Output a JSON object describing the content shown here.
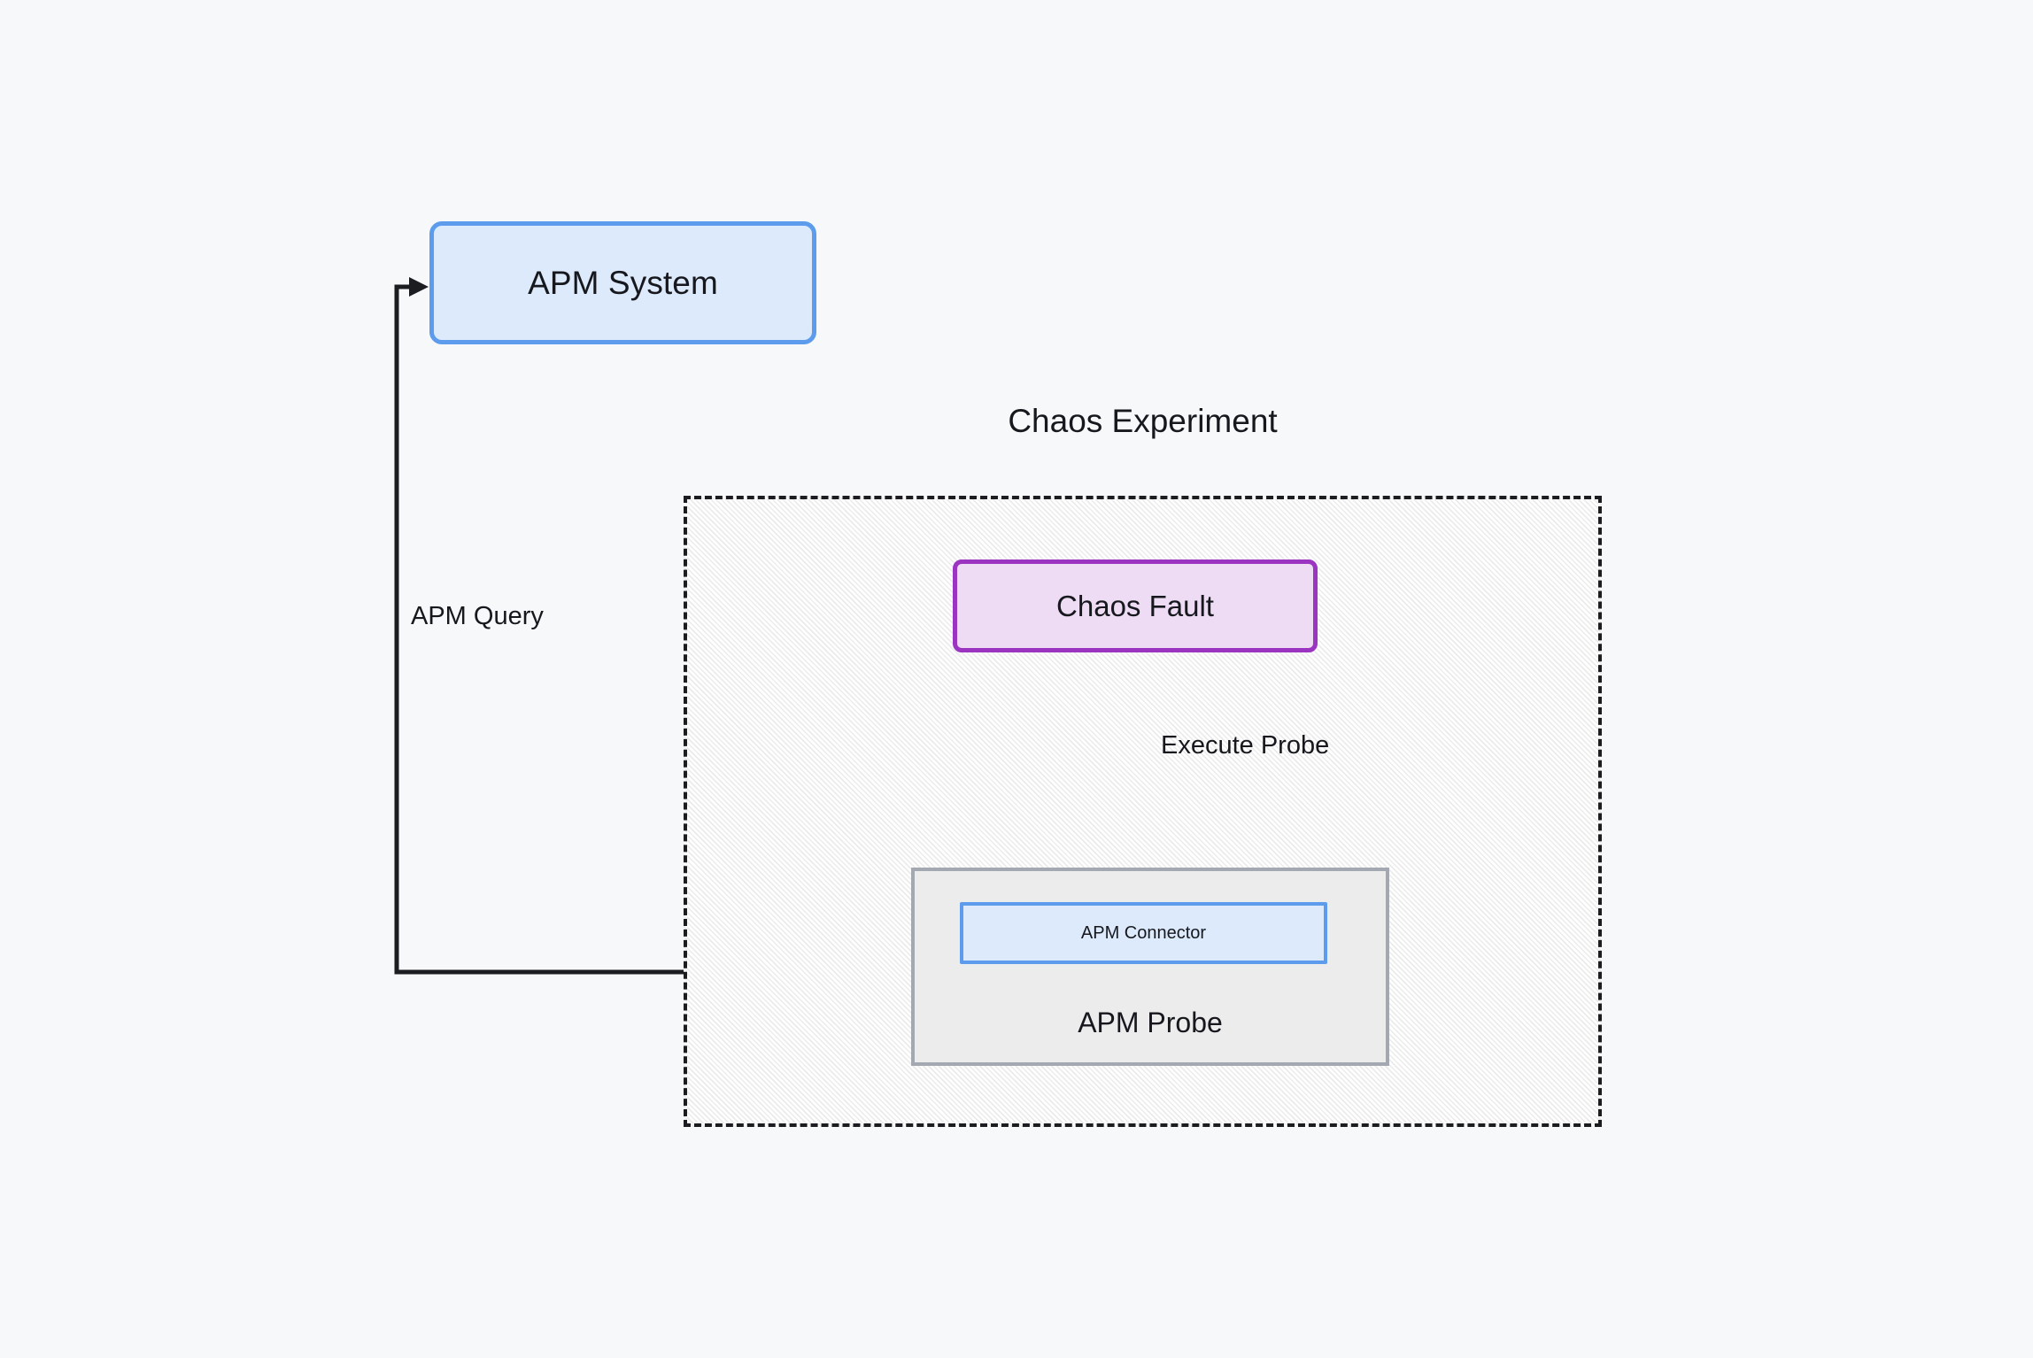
{
  "diagram": {
    "title": "Chaos Experiment",
    "background_color": "#f7f8fa",
    "nodes": {
      "apm_system": {
        "label": "APM System",
        "fill": "#ddeafb",
        "border_color": "#5d9cec",
        "shape": "rounded-rectangle"
      },
      "chaos_experiment": {
        "label": "Chaos Experiment",
        "fill": "#ebebeb",
        "border_color": "#1b1d21",
        "border_style": "dashed",
        "pattern": "diagonal-hatch"
      },
      "chaos_fault": {
        "label": "Chaos Fault",
        "fill": "#eddcf3",
        "border_color": "#9c34c2",
        "shape": "rounded-rectangle"
      },
      "apm_probe": {
        "label": "APM Probe",
        "fill": "#ececed",
        "border_color": "#a3a8b1",
        "shape": "rectangle"
      },
      "apm_connector": {
        "label": "APM Connector",
        "fill": "#ddeafb",
        "border_color": "#5d9cec",
        "shape": "rectangle"
      }
    },
    "edges": [
      {
        "id": "apm-query-edge",
        "label": "APM Query",
        "from": "apm_probe",
        "to": "apm_system",
        "style": "orthogonal",
        "arrowhead": "to"
      },
      {
        "id": "execute-probe-edge",
        "label": "Execute Probe",
        "from": "chaos_fault",
        "to": "apm_probe",
        "style": "straight",
        "arrowhead": "to"
      }
    ]
  }
}
